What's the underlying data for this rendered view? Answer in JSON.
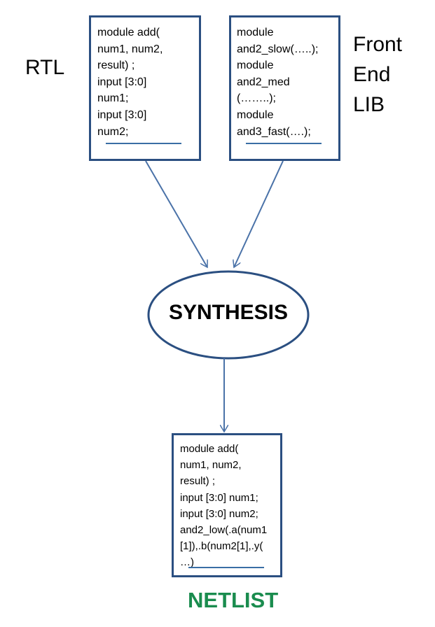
{
  "labels": {
    "rtl": "RTL",
    "lib_line1": "Front",
    "lib_line2": "End",
    "lib_line3": "LIB",
    "synthesis": "SYNTHESIS",
    "netlist": "NETLIST"
  },
  "rtl_box": {
    "lines": [
      "module add(",
      "num1, num2,",
      "result) ;",
      "input [3:0]",
      "num1;",
      "input [3:0]",
      "num2;"
    ]
  },
  "lib_box": {
    "lines": [
      "module",
      "and2_slow(…..);",
      "module",
      "and2_med",
      "(……..);",
      "module",
      "and3_fast(….);"
    ]
  },
  "netlist_box": {
    "lines": [
      "module add(",
      "num1, num2,",
      "result) ;",
      "input [3:0] num1;",
      "input [3:0] num2;",
      "and2_low(.a(num1",
      "[1]),.b(num2[1],.y(",
      "…)"
    ]
  },
  "colors": {
    "box_border": "#2b4f81",
    "arrow": "#4a72a8",
    "netlist_text": "#1a8c4e"
  }
}
